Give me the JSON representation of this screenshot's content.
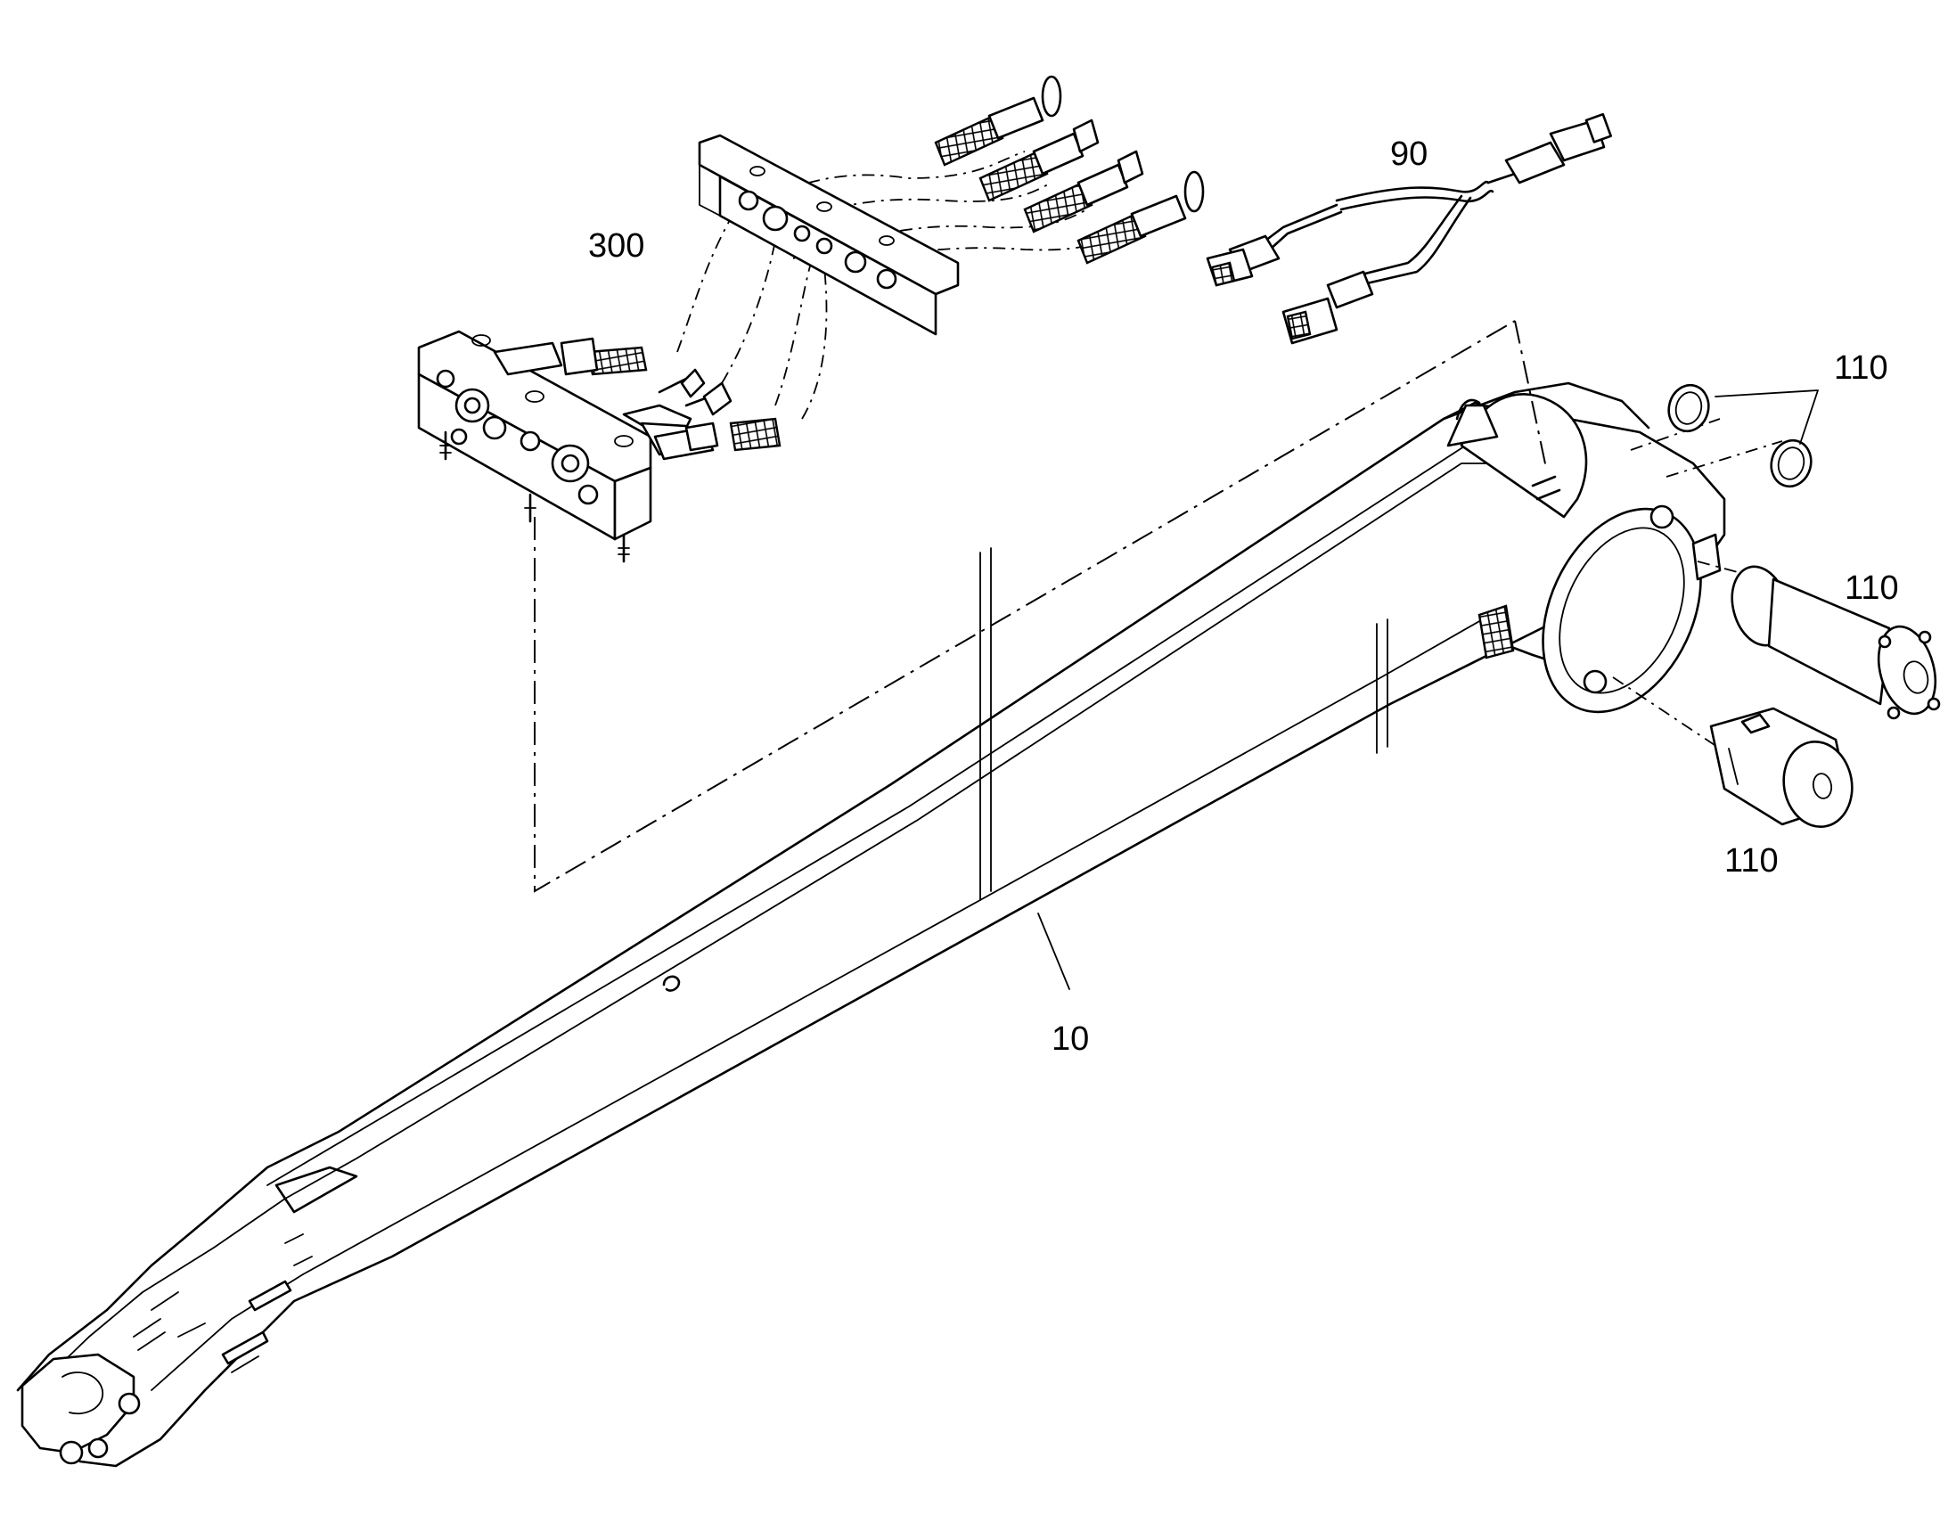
{
  "diagram": {
    "callouts": [
      {
        "id": "label-300",
        "text": "300"
      },
      {
        "id": "label-90",
        "text": "90"
      },
      {
        "id": "label-110-rings",
        "text": "110"
      },
      {
        "id": "label-110-pin",
        "text": "110"
      },
      {
        "id": "label-110-bushing",
        "text": "110"
      },
      {
        "id": "label-10",
        "text": "10"
      }
    ],
    "parts": [
      {
        "name": "boom-arm",
        "callout": "10"
      },
      {
        "name": "sensor-cable-harness",
        "callout": "90"
      },
      {
        "name": "hose-connector-block",
        "callout": "300"
      },
      {
        "name": "seal-rings",
        "callout": "110"
      },
      {
        "name": "pivot-pin",
        "callout": "110"
      },
      {
        "name": "bushing",
        "callout": "110"
      }
    ]
  }
}
